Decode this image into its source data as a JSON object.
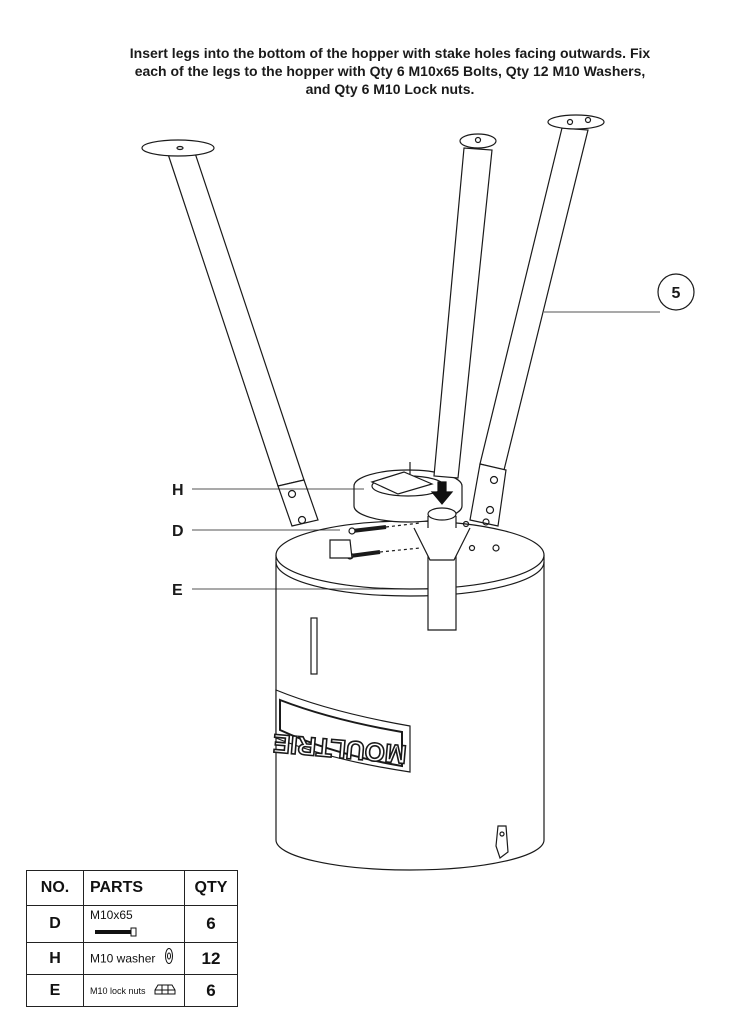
{
  "instruction": {
    "line1": "Insert legs into the bottom of the hopper with stake holes facing outwards. Fix",
    "line2": "each of the legs to the hopper with Qty 6 M10x65 Bolts, Qty 12 M10 Washers,",
    "line3": "and Qty 6 M10 Lock nuts."
  },
  "callouts": {
    "h": "H",
    "d": "D",
    "e": "E",
    "step": "5"
  },
  "hopper_brand": "MOULTRIE",
  "parts_table": {
    "headers": {
      "no": "NO.",
      "parts": "PARTS",
      "qty": "QTY"
    },
    "rows": [
      {
        "no": "D",
        "part": "M10x65",
        "qty": "6",
        "icon": "bolt-icon"
      },
      {
        "no": "H",
        "part": "M10 washer",
        "qty": "12",
        "icon": "washer-icon"
      },
      {
        "no": "E",
        "part": "M10 lock nuts",
        "qty": "6",
        "icon": "lock-nut-icon"
      }
    ]
  }
}
